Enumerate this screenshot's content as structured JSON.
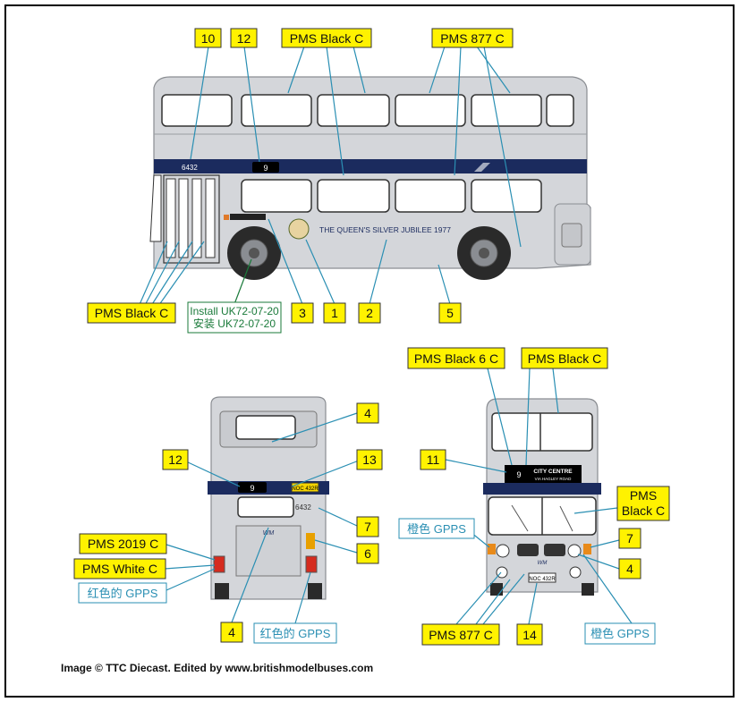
{
  "colors": {
    "label_fill": "#fff200",
    "leader": "#2a8fb3",
    "bus_silver": "#d4d6da",
    "bus_band": "#1b2b5e",
    "install_green": "#1a7a3a",
    "gpps_cyan": "#2a8fb3",
    "frame": "#000000"
  },
  "side_view": {
    "fleet_number": "6432",
    "route_number": "9",
    "jubilee_text": "THE QUEEN'S SILVER JUBILEE 1977",
    "callouts": {
      "c10": "10",
      "c12": "12",
      "pms_black_c_top": "PMS Black C",
      "pms_877_c_top": "PMS 877 C",
      "pms_black_c_doors": "PMS Black C",
      "c3": "3",
      "c1": "1",
      "c2": "2",
      "c5": "5"
    },
    "install_line1": "Install UK72-07-20",
    "install_line2": "安装  UK72-07-20"
  },
  "rear_view": {
    "route_number": "9",
    "registration": "NOC 432R",
    "fleet_number": "6432",
    "wm_logo": "WM",
    "callouts": {
      "c4_top": "4",
      "c12": "12",
      "c13": "13",
      "c7": "7",
      "c6": "6",
      "pms_2019_c": "PMS 2019 C",
      "pms_white_c": "PMS White C",
      "c4_bottom": "4"
    },
    "gpps_red_left": "红色的 GPPS",
    "gpps_red_bottom": "红色的 GPPS"
  },
  "front_view": {
    "route_number": "9",
    "destination": "CITY CENTRE",
    "via": "VIA HAGLEY ROAD",
    "registration": "NOC 432R",
    "wm_logo": "WM",
    "callouts": {
      "pms_black_6_c": "PMS Black 6 C",
      "pms_black_c_top": "PMS Black C",
      "c11": "11",
      "pms_black_c_line1": "PMS",
      "pms_black_c_line2": "Black C",
      "c7": "7",
      "c4": "4",
      "pms_877_c": "PMS 877 C",
      "c14": "14"
    },
    "gpps_orange_left": "橙色 GPPS",
    "gpps_orange_right": "橙色 GPPS"
  },
  "credit": "Image © TTC Diecast. Edited by www.britishmodelbuses.com"
}
